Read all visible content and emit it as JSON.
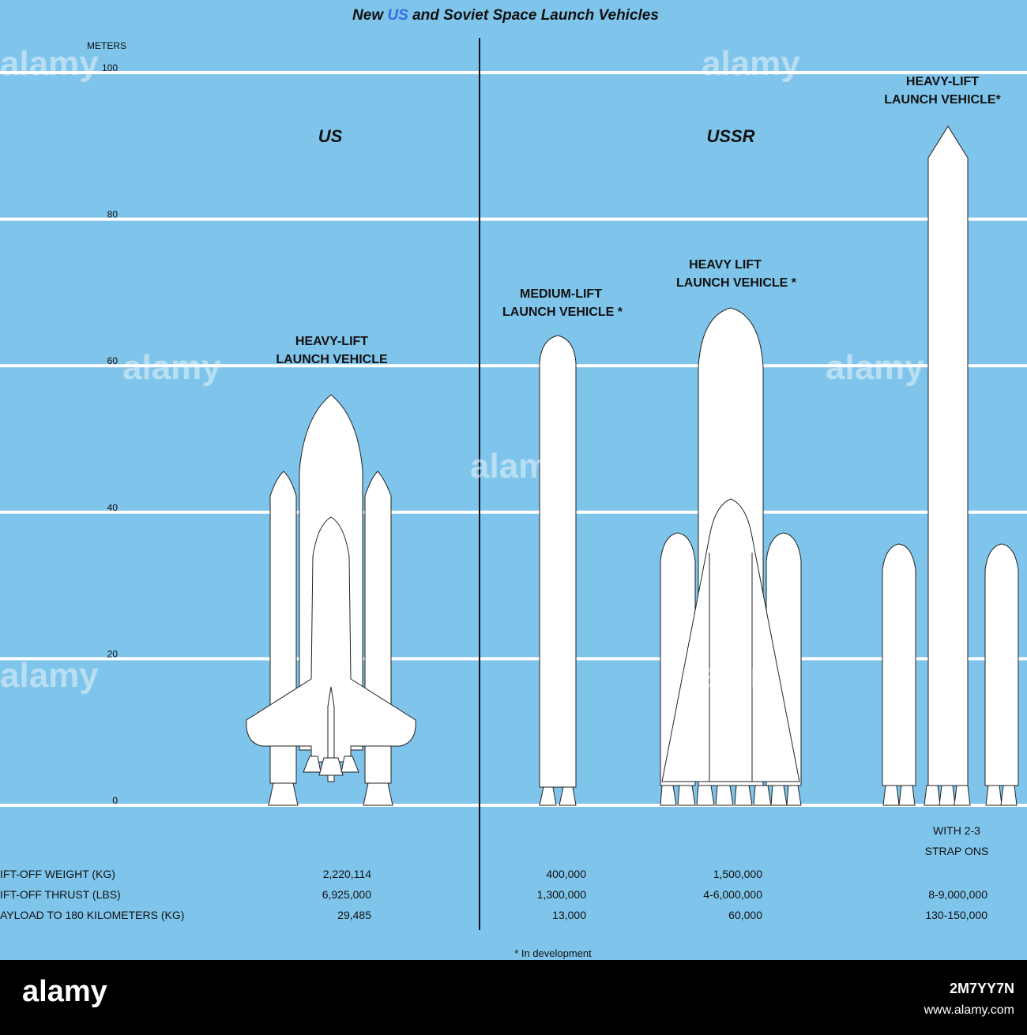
{
  "chart_data": {
    "type": "bar",
    "title_parts": [
      "New ",
      "US",
      " and Soviet Space Launch Vehicles"
    ],
    "ylabel": "METERS",
    "ylim": [
      0,
      100
    ],
    "yticks": [
      0,
      20,
      40,
      60,
      80,
      100
    ],
    "sections": [
      "US",
      "USSR"
    ],
    "vehicles": [
      {
        "section": "US",
        "label_lines": [
          "HEAVY-LIFT",
          "LAUNCH VEHICLE"
        ],
        "height": 56
      },
      {
        "section": "USSR",
        "label_lines": [
          "MEDIUM-LIFT",
          "LAUNCH VEHICLE *"
        ],
        "height": 64
      },
      {
        "section": "USSR",
        "label_lines": [
          "HEAVY LIFT",
          "LAUNCH VEHICLE *"
        ],
        "height": 68
      },
      {
        "section": "USSR",
        "label_lines": [
          "HEAVY-LIFT",
          "LAUNCH VEHICLE*"
        ],
        "height": 93
      }
    ],
    "table": {
      "rows": [
        {
          "label": "IFT-OFF WEIGHT (KG)",
          "values": [
            "2,220,114",
            "400,000",
            "1,500,000",
            ""
          ]
        },
        {
          "label": "IFT-OFF THRUST (LBS)",
          "values": [
            "6,925,000",
            "1,300,000",
            "4-6,000,000",
            "8-9,000,000"
          ]
        },
        {
          "label": "AYLOAD TO 180 KILOMETERS (KG)",
          "values": [
            "29,485",
            "13,000",
            "60,000",
            "130-150,000"
          ]
        }
      ],
      "strap_note_lines": [
        "WITH 2-3",
        "STRAP ONS"
      ]
    },
    "footnote": "* In development"
  },
  "watermark": {
    "text": "alamy",
    "bottom_text": "alamy",
    "image_id": "2M7YY7N",
    "site": "www.alamy.com"
  },
  "colors": {
    "background": "#7fc4ea",
    "gridline": "#ffffff",
    "vehicle_fill": "#ffffff",
    "title_us": "#2f6fe0"
  }
}
